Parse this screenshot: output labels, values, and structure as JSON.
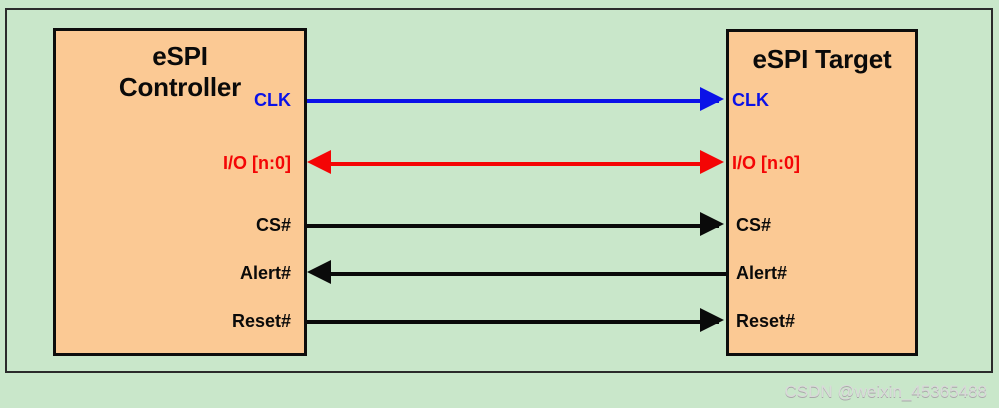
{
  "diagram": {
    "title_visible": false,
    "background_color": "#c9e7ca",
    "block_fill_color": "#fbc994",
    "blocks": {
      "controller": {
        "title_line1": "eSPI",
        "title_line2": "Controller"
      },
      "target": {
        "title_line1": "eSPI Target",
        "title_line2": ""
      }
    },
    "signals": [
      {
        "name": "CLK",
        "left_label": "CLK",
        "right_label": "CLK",
        "color": "#0b12e8",
        "direction": "controller-to-target",
        "arrowheads": "right"
      },
      {
        "name": "I/O [n:0]",
        "left_label": "I/O [n:0]",
        "right_label": "I/O [n:0]",
        "color": "#f40505",
        "direction": "bidirectional",
        "arrowheads": "both"
      },
      {
        "name": "CS#",
        "left_label": "CS#",
        "right_label": "CS#",
        "color": "#0a0a0a",
        "direction": "controller-to-target",
        "arrowheads": "right"
      },
      {
        "name": "Alert#",
        "left_label": "Alert#",
        "right_label": "Alert#",
        "color": "#0a0a0a",
        "direction": "target-to-controller",
        "arrowheads": "left"
      },
      {
        "name": "Reset#",
        "left_label": "Reset#",
        "right_label": "Reset#",
        "color": "#0a0a0a",
        "direction": "controller-to-target",
        "arrowheads": "right"
      }
    ]
  },
  "watermark": {
    "text": "CSDN @weixin_45365488"
  }
}
